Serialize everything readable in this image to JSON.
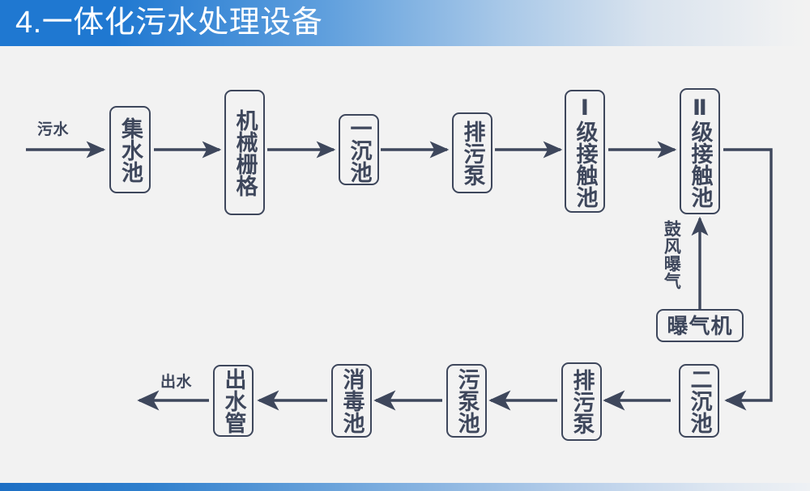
{
  "header": {
    "title": "4.一体化污水处理设备",
    "bg_color_left": "#1f78d1",
    "bg_color_right": "#f2f2f2",
    "text_color": "#ffffff"
  },
  "footer": {
    "bg_color_left": "#1d6fc4",
    "bg_color_right": "#eef1f4"
  },
  "diagram": {
    "line_color": "#3e475c",
    "background": "#f2f2f2",
    "nodes": [
      {
        "id": "jishuichi",
        "label": "集水池",
        "orientation": "vertical"
      },
      {
        "id": "jixieshanqe",
        "label": "机械栅格",
        "orientation": "vertical"
      },
      {
        "id": "yichenchi",
        "label": "一沉池",
        "orientation": "vertical"
      },
      {
        "id": "paiwubeng1",
        "label": "排污泵",
        "orientation": "vertical"
      },
      {
        "id": "jiechuchi1",
        "label": "Ⅰ级接触池",
        "orientation": "vertical"
      },
      {
        "id": "jiechuchi2",
        "label": "Ⅱ级接触池",
        "orientation": "vertical"
      },
      {
        "id": "baoqiji",
        "label": "曝气机",
        "orientation": "horizontal"
      },
      {
        "id": "erchenchi",
        "label": "二沉池",
        "orientation": "vertical"
      },
      {
        "id": "paiwubeng2",
        "label": "排污泵",
        "orientation": "vertical"
      },
      {
        "id": "wubengchi",
        "label": "污泵池",
        "orientation": "vertical"
      },
      {
        "id": "xiaoduchi",
        "label": "消毒池",
        "orientation": "vertical"
      },
      {
        "id": "chushuiguan",
        "label": "出水管",
        "orientation": "vertical"
      }
    ],
    "labels": {
      "inlet": "污水",
      "outlet": "出水",
      "aeration": "鼓风曝气"
    }
  }
}
